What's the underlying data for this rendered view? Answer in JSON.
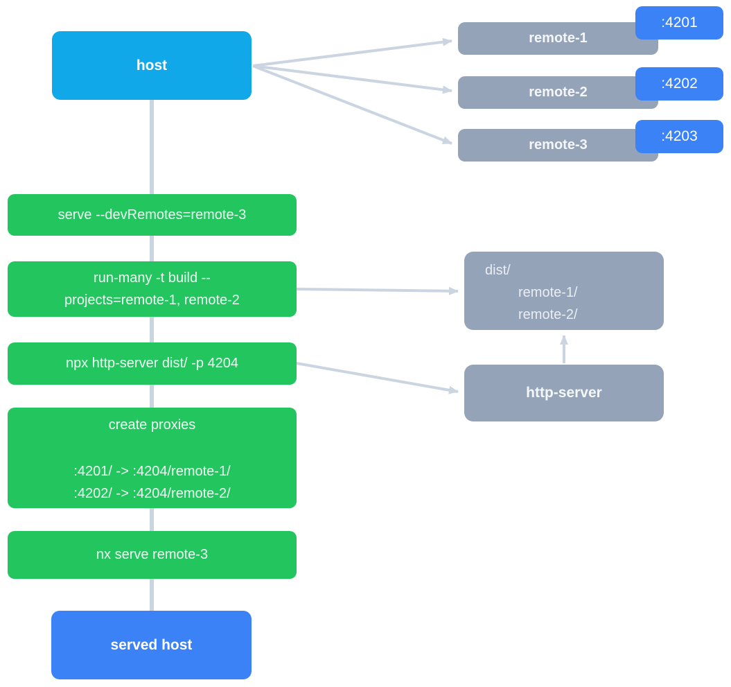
{
  "diagram": {
    "title_hint": "nx module federation host serve flow",
    "background": "#ffffff",
    "colors": {
      "host_cyan": "#10A8E9",
      "command_green": "#22C55E",
      "node_gray": "#94A3B8",
      "port_blue": "#3B82F6",
      "connector": "#CBD5E1"
    },
    "nodes": {
      "host": {
        "label": "host"
      },
      "served_host": {
        "label": "served host"
      },
      "remotes": [
        {
          "label": "remote-1",
          "port": ":4201"
        },
        {
          "label": "remote-2",
          "port": ":4202"
        },
        {
          "label": "remote-3",
          "port": ":4203"
        }
      ],
      "commands": [
        {
          "id": "serve",
          "lines": [
            "serve --devRemotes=remote-3"
          ]
        },
        {
          "id": "run-many",
          "lines": [
            "run-many -t build --",
            "projects=remote-1, remote-2"
          ]
        },
        {
          "id": "http-server",
          "lines": [
            "npx http-server dist/ -p 4204"
          ]
        },
        {
          "id": "create-proxies",
          "title": "create proxies",
          "lines": [
            ":4201/ -> :4204/remote-1/",
            ":4202/ -> :4204/remote-2/"
          ]
        },
        {
          "id": "nx-serve",
          "lines": [
            "nx serve remote-3"
          ]
        }
      ],
      "dist": {
        "lines": [
          "dist/",
          "remote-1/",
          "remote-2/"
        ]
      },
      "http_server": {
        "label": "http-server"
      }
    }
  }
}
